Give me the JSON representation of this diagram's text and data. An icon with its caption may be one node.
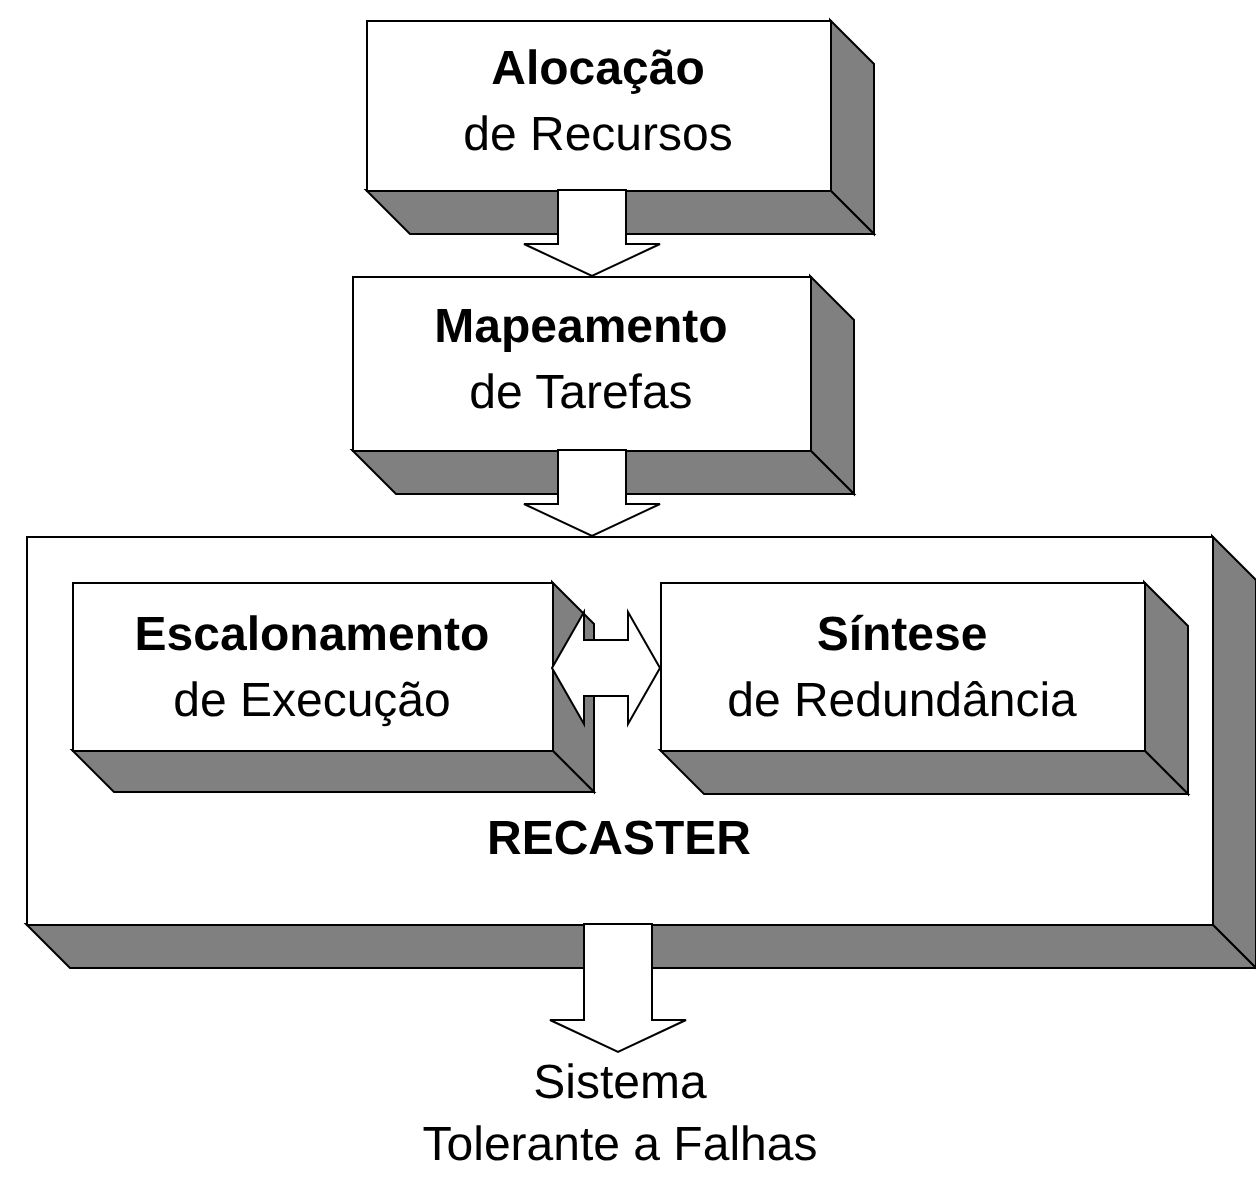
{
  "diagram": {
    "nodes": [
      {
        "text": [
          "Alocação",
          "de Recursos"
        ]
      },
      {
        "text": [
          "Mapeamento",
          "de Tarefas"
        ]
      },
      {
        "text": [
          "RECASTER"
        ]
      },
      {
        "text": [
          "Escalonamento",
          "de Execução"
        ],
        "in": 2
      },
      {
        "text": [
          "Síntese",
          "de Redundância"
        ],
        "in": 2
      },
      {
        "text": [
          "Sistema Tolerante a Falhas"
        ]
      }
    ],
    "edges": [
      {
        "from": 0,
        "to": 1,
        "arrow": "to"
      },
      {
        "from": 1,
        "to": 2,
        "arrow": "to"
      },
      {
        "from": 3,
        "to": 4,
        "arrow": "both"
      },
      {
        "from": 2,
        "to": 5,
        "arrow": "to"
      }
    ]
  }
}
